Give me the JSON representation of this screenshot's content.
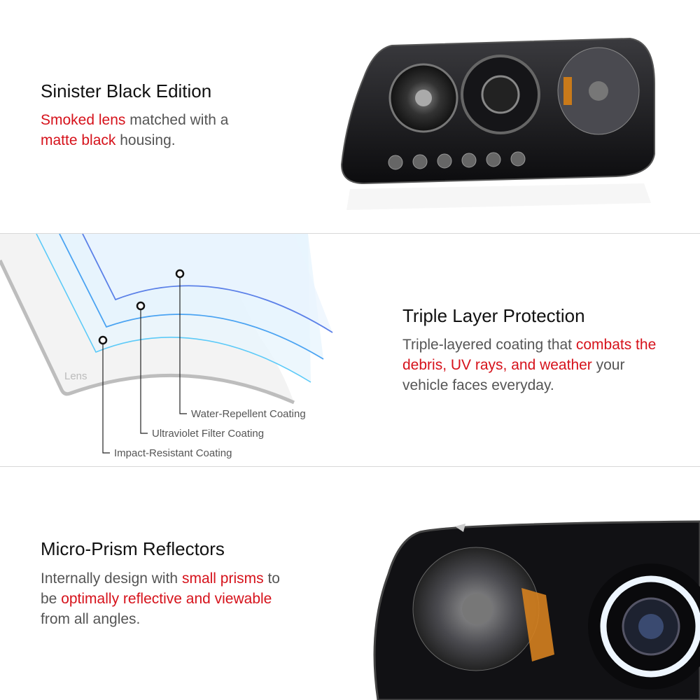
{
  "section1": {
    "title": "Sinister Black Edition",
    "desc": [
      {
        "text": "Smoked lens",
        "highlight": true
      },
      {
        "text": " matched with a ",
        "highlight": false
      },
      {
        "text": "matte black",
        "highlight": true
      },
      {
        "text": " housing.",
        "highlight": false
      }
    ]
  },
  "section2": {
    "title": "Triple Layer Protection",
    "desc": [
      {
        "text": "Triple-layered coating that ",
        "highlight": false
      },
      {
        "text": "combats the debris, UV rays, and weather",
        "highlight": true
      },
      {
        "text": " your vehicle faces everyday.",
        "highlight": false
      }
    ],
    "diagram": {
      "lens_label": "Lens",
      "layers": [
        "Water-Repellent Coating",
        "Ultraviolet Filter Coating",
        "Impact-Resistant Coating"
      ],
      "colors": {
        "layer1": "#5b80e8",
        "layer2": "#4aa3f2",
        "layer3": "#5ccaf8",
        "lens": "#bdbdbd"
      }
    }
  },
  "section3": {
    "title": "Micro-Prism Reflectors",
    "desc": [
      {
        "text": "Internally design with ",
        "highlight": false
      },
      {
        "text": "small prisms",
        "highlight": true
      },
      {
        "text": " to be ",
        "highlight": false
      },
      {
        "text": "optimally reflective and viewable",
        "highlight": true
      },
      {
        "text": " from all angles.",
        "highlight": false
      }
    ]
  },
  "colors": {
    "accent": "#d6121b",
    "text": "#555555",
    "heading": "#111111"
  }
}
